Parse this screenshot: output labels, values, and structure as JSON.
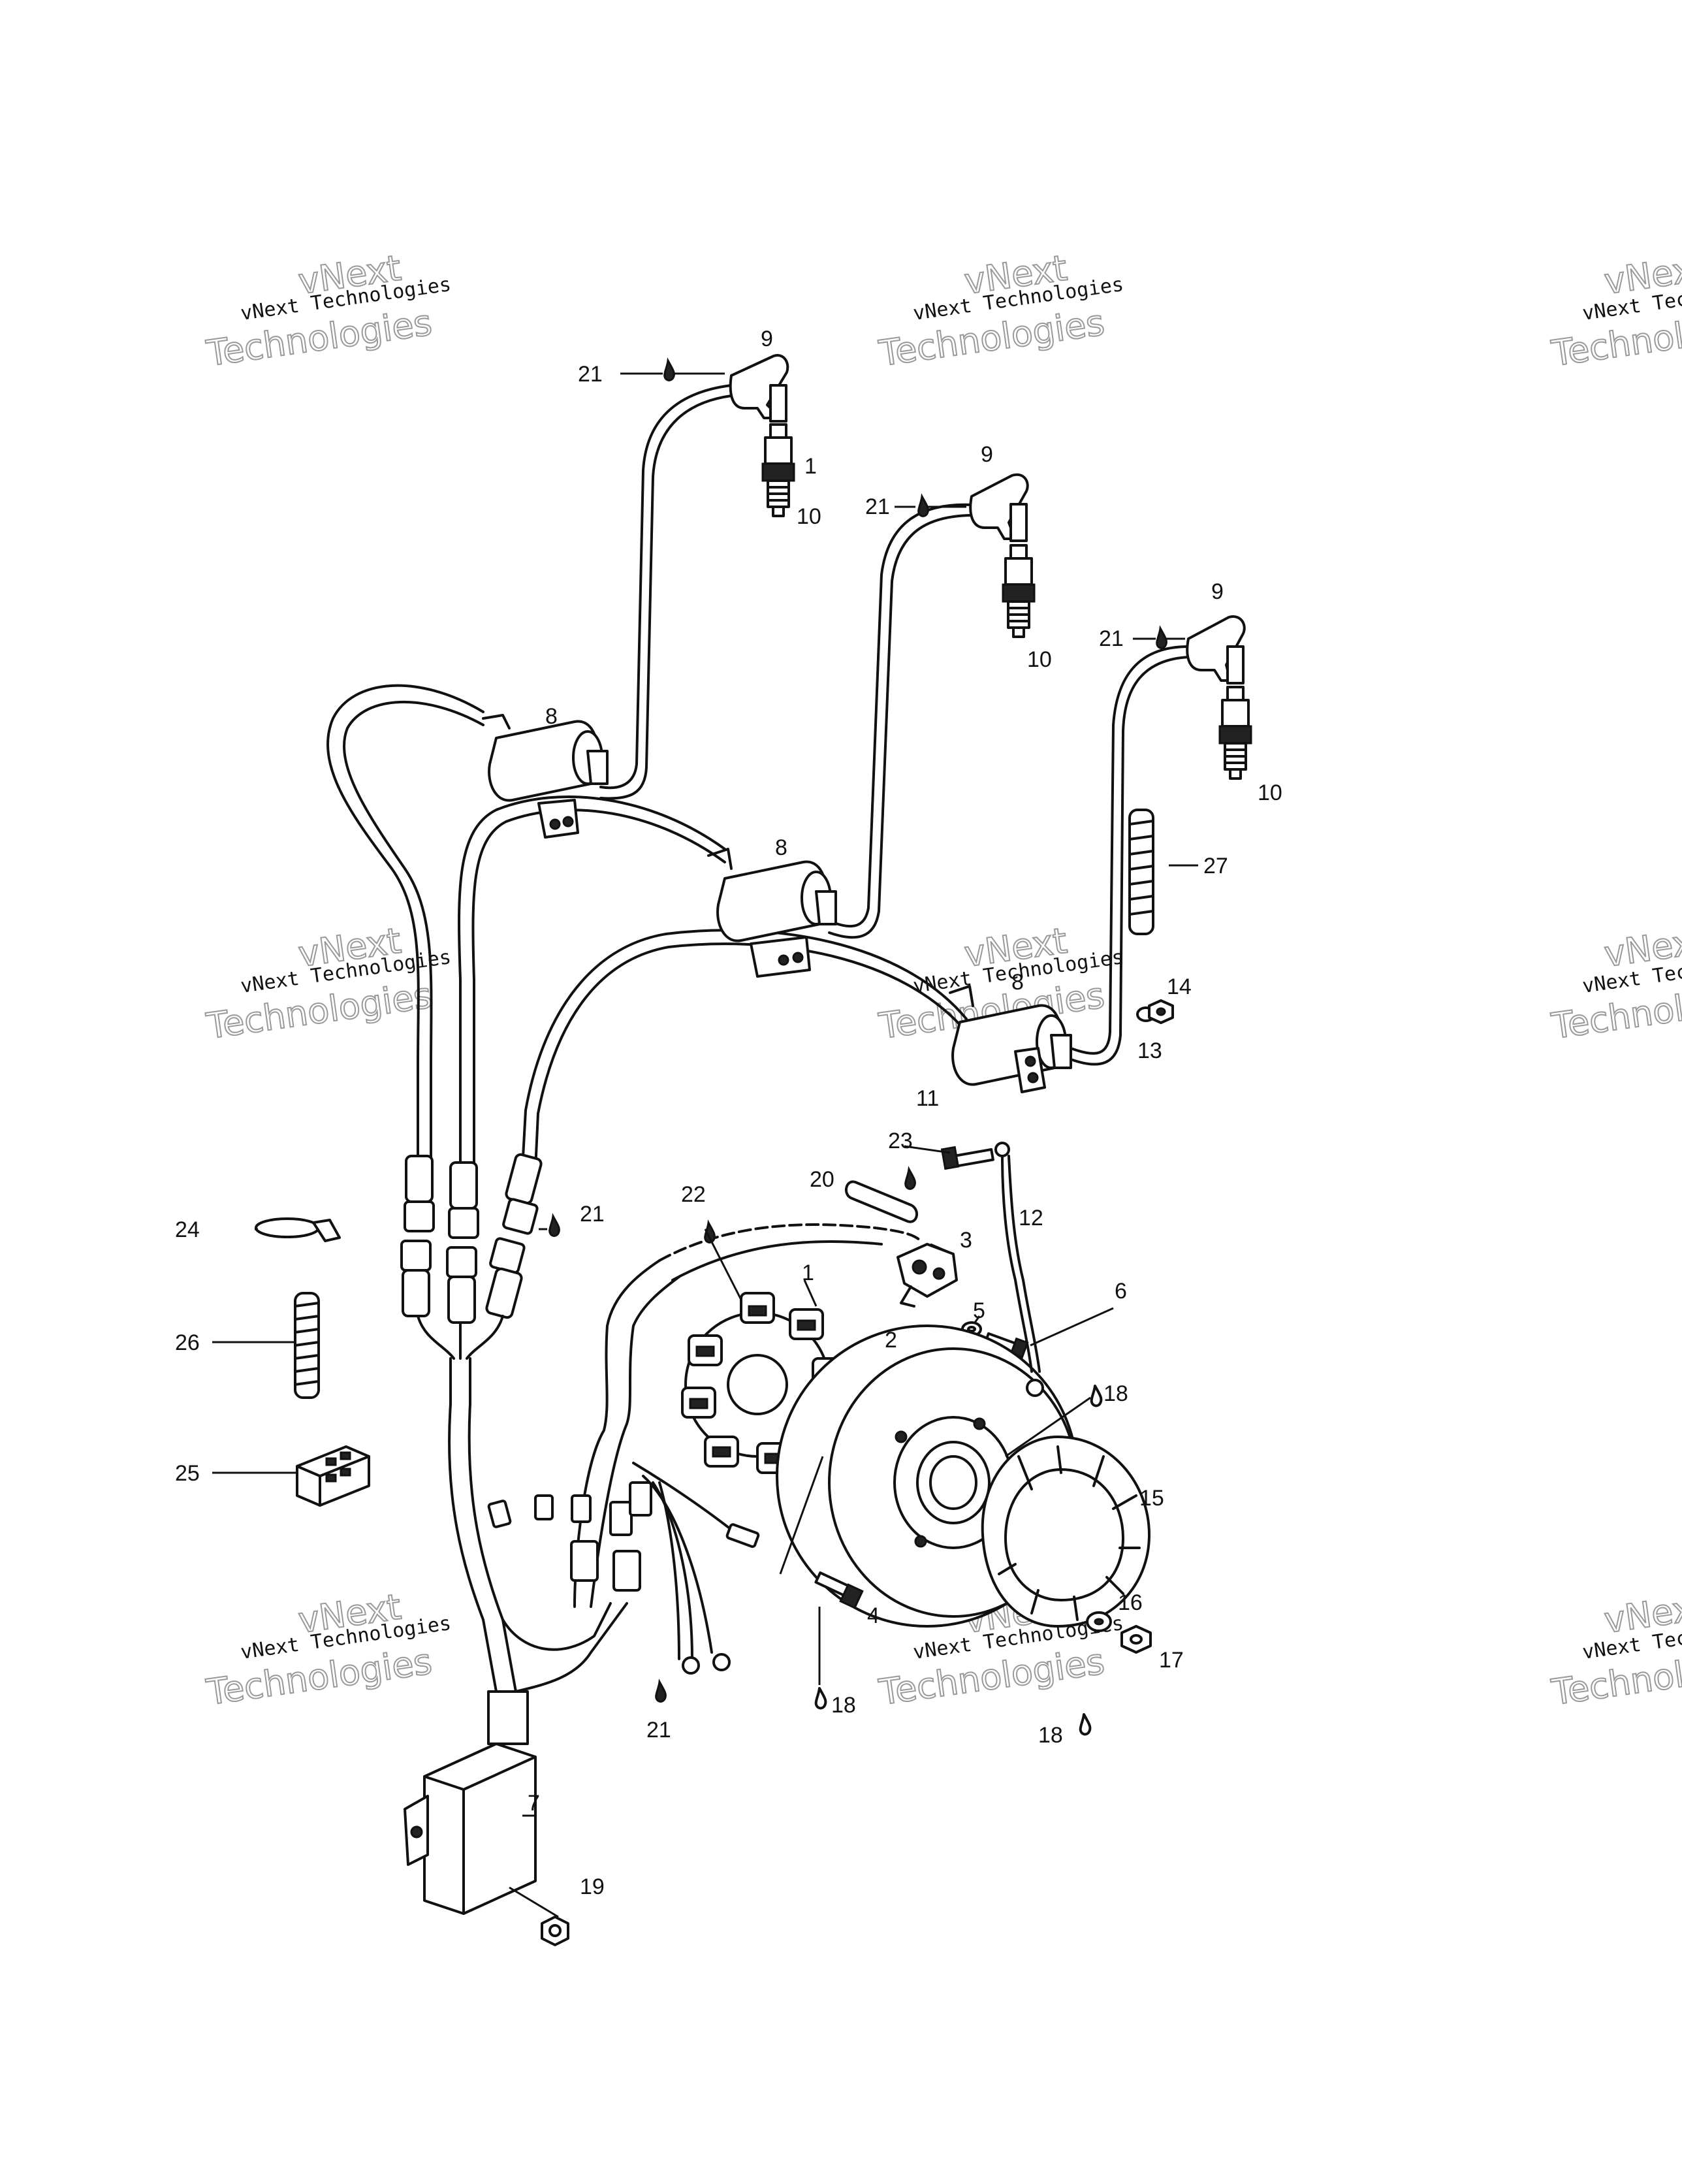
{
  "watermark": {
    "line1": "vNext",
    "line2": "vNext Technologies",
    "line3": "Technologies"
  },
  "callouts": [
    {
      "id": "c1",
      "text": "1"
    },
    {
      "id": "c2",
      "text": "2"
    },
    {
      "id": "c3",
      "text": "3"
    },
    {
      "id": "c4",
      "text": "4"
    },
    {
      "id": "c5",
      "text": "5"
    },
    {
      "id": "c6",
      "text": "6"
    },
    {
      "id": "c7",
      "text": "7"
    },
    {
      "id": "c8a",
      "text": "8"
    },
    {
      "id": "c8b",
      "text": "8"
    },
    {
      "id": "c8c",
      "text": "8"
    },
    {
      "id": "c9a",
      "text": "9"
    },
    {
      "id": "c9b",
      "text": "9"
    },
    {
      "id": "c9c",
      "text": "9"
    },
    {
      "id": "c10a",
      "text": "10"
    },
    {
      "id": "c10b",
      "text": "10"
    },
    {
      "id": "c10c",
      "text": "10"
    },
    {
      "id": "c11",
      "text": "11"
    },
    {
      "id": "c12",
      "text": "12"
    },
    {
      "id": "c13",
      "text": "13"
    },
    {
      "id": "c14",
      "text": "14"
    },
    {
      "id": "c15",
      "text": "15"
    },
    {
      "id": "c16",
      "text": "16"
    },
    {
      "id": "c17",
      "text": "17"
    },
    {
      "id": "c18a",
      "text": "18"
    },
    {
      "id": "c18b",
      "text": "18"
    },
    {
      "id": "c18c",
      "text": "18"
    },
    {
      "id": "c19",
      "text": "19"
    },
    {
      "id": "c20",
      "text": "20"
    },
    {
      "id": "c21a",
      "text": "21"
    },
    {
      "id": "c21b",
      "text": "21"
    },
    {
      "id": "c21c",
      "text": "21"
    },
    {
      "id": "c21d",
      "text": "21"
    },
    {
      "id": "c21e",
      "text": "21"
    },
    {
      "id": "c22",
      "text": "22"
    },
    {
      "id": "c23",
      "text": "23"
    },
    {
      "id": "c24",
      "text": "24"
    },
    {
      "id": "c25",
      "text": "25"
    },
    {
      "id": "c26",
      "text": "26"
    },
    {
      "id": "c27",
      "text": "27"
    }
  ]
}
